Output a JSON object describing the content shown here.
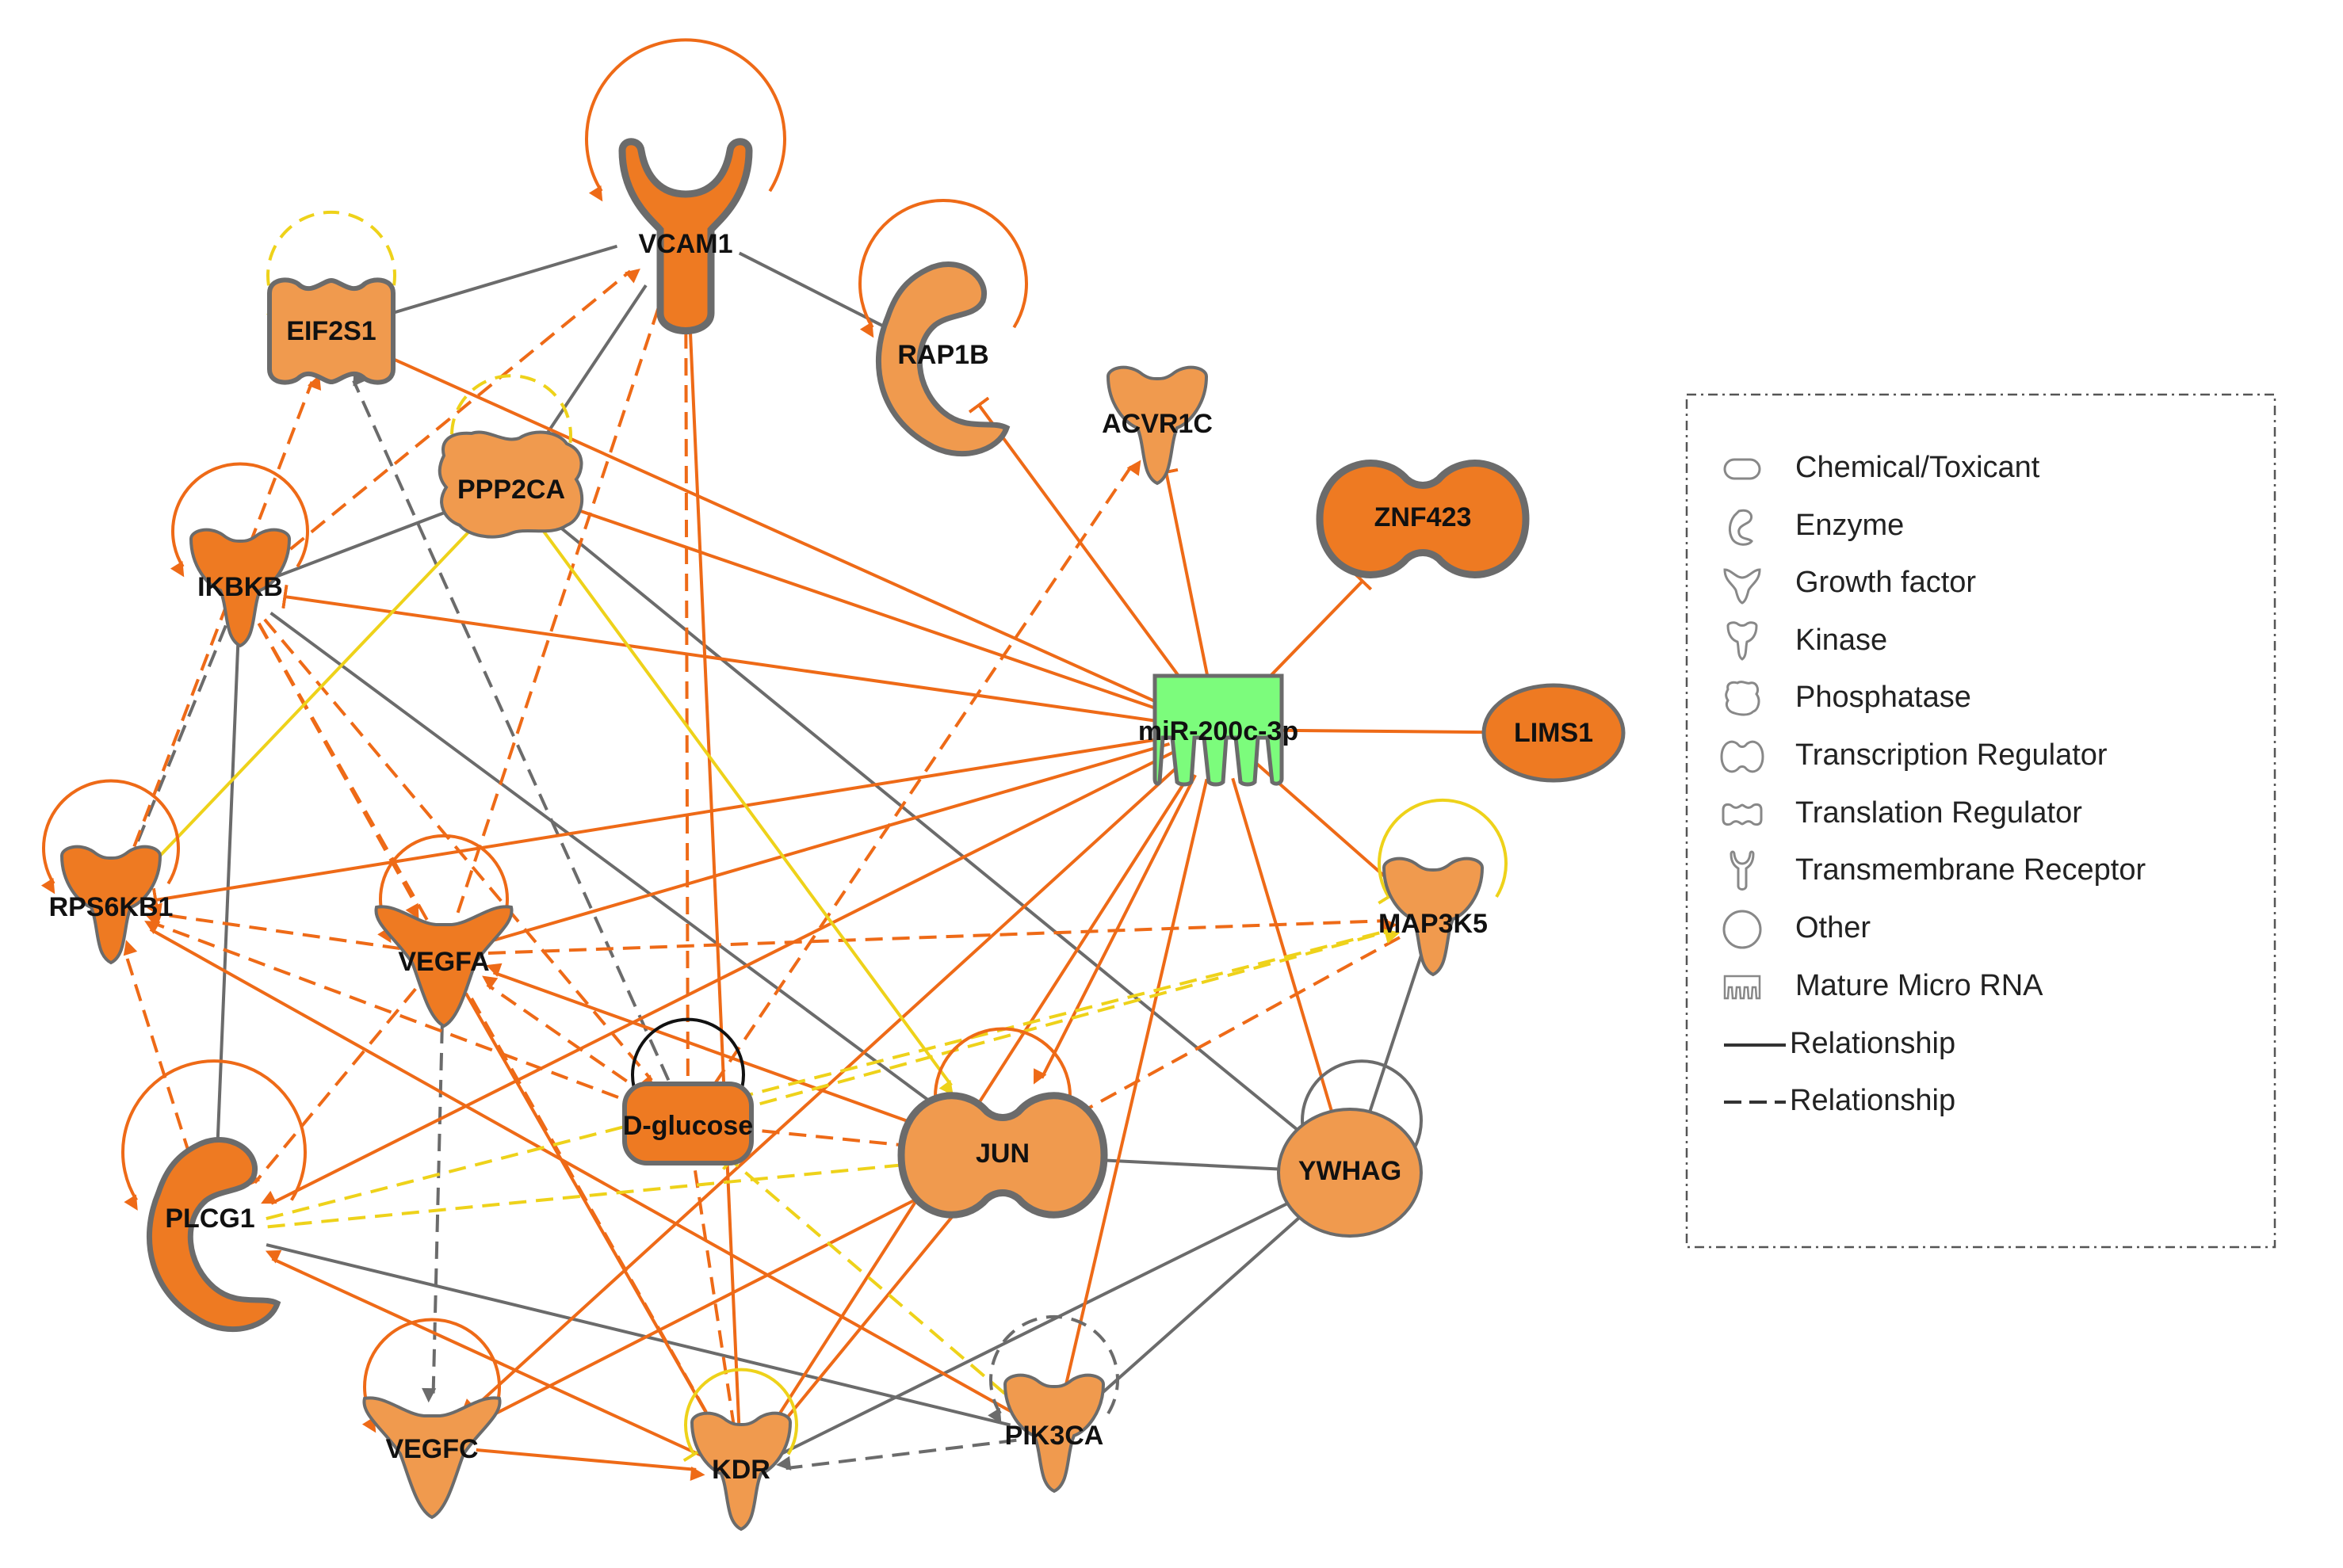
{
  "colors": {
    "up_fill": "#f09a4e",
    "up_fill_dark": "#ee7a22",
    "outline": "#6b6b6b",
    "mirna_fill": "#7cfc7c",
    "edge_orange": "#ee6a17",
    "edge_yellow": "#eed21a",
    "edge_gray": "#6b6b6b",
    "edge_black": "#111111"
  },
  "nodes": {
    "vcam1": {
      "label": "VCAM1",
      "type": "Transmembrane Receptor"
    },
    "eif2s1": {
      "label": "EIF2S1",
      "type": "Translation Regulator"
    },
    "rap1b": {
      "label": "RAP1B",
      "type": "Enzyme"
    },
    "acvr1c": {
      "label": "ACVR1C",
      "type": "Kinase"
    },
    "znf423": {
      "label": "ZNF423",
      "type": "Transcription Regulator"
    },
    "ppp2ca": {
      "label": "PPP2CA",
      "type": "Phosphatase"
    },
    "ikbkb": {
      "label": "IKBKB",
      "type": "Kinase"
    },
    "mir200c": {
      "label": "miR-200c-3p",
      "type": "Mature Micro RNA"
    },
    "lims1": {
      "label": "LIMS1",
      "type": "Other"
    },
    "rps6kb1": {
      "label": "RPS6KB1",
      "type": "Kinase"
    },
    "vegfa": {
      "label": "VEGFA",
      "type": "Growth factor"
    },
    "map3k5": {
      "label": "MAP3K5",
      "type": "Kinase"
    },
    "dglucose": {
      "label": "D-glucose",
      "type": "Chemical/Toxicant"
    },
    "jun": {
      "label": "JUN",
      "type": "Transcription Regulator"
    },
    "ywhag": {
      "label": "YWHAG",
      "type": "Other"
    },
    "plcg1": {
      "label": "PLCG1",
      "type": "Enzyme"
    },
    "vegfc": {
      "label": "VEGFC",
      "type": "Growth factor"
    },
    "kdr": {
      "label": "KDR",
      "type": "Kinase"
    },
    "pik3ca": {
      "label": "PIK3CA",
      "type": "Kinase"
    }
  },
  "legend": {
    "items": [
      {
        "label": "Chemical/Toxicant",
        "icon": "chemical-toxicant-icon"
      },
      {
        "label": "Enzyme",
        "icon": "enzyme-icon"
      },
      {
        "label": "Growth factor",
        "icon": "growth-factor-icon"
      },
      {
        "label": "Kinase",
        "icon": "kinase-icon"
      },
      {
        "label": "Phosphatase",
        "icon": "phosphatase-icon"
      },
      {
        "label": "Transcription Regulator",
        "icon": "transcription-regulator-icon"
      },
      {
        "label": "Translation Regulator",
        "icon": "translation-regulator-icon"
      },
      {
        "label": "Transmembrane Receptor",
        "icon": "transmembrane-receptor-icon"
      },
      {
        "label": "Other",
        "icon": "other-icon"
      },
      {
        "label": "Mature Micro RNA",
        "icon": "mature-micro-rna-icon"
      },
      {
        "label": "Relationship",
        "icon": "solid-line-icon"
      },
      {
        "label": "Relationship",
        "icon": "dashed-line-icon"
      }
    ]
  },
  "edges": [
    {
      "from": "eif2s1",
      "to": "vcam1",
      "color": "gray",
      "style": "solid",
      "head": "none"
    },
    {
      "from": "vcam1",
      "to": "rap1b",
      "color": "gray",
      "style": "solid",
      "head": "arrow"
    },
    {
      "from": "ppp2ca",
      "to": "vcam1",
      "color": "gray",
      "style": "solid",
      "head": "none"
    },
    {
      "from": "ikbkb",
      "to": "ppp2ca",
      "color": "gray",
      "style": "solid",
      "head": "none"
    },
    {
      "from": "ikbkb",
      "to": "rps6kb1",
      "color": "gray",
      "style": "dashed",
      "head": "arrow"
    },
    {
      "from": "ikbkb",
      "to": "plcg1",
      "color": "gray",
      "style": "solid",
      "head": "none"
    },
    {
      "from": "ikbkb",
      "to": "jun",
      "color": "gray",
      "style": "solid",
      "head": "none"
    },
    {
      "from": "ppp2ca",
      "to": "ywhag",
      "color": "gray",
      "style": "solid",
      "head": "none"
    },
    {
      "from": "dglucose",
      "to": "eif2s1",
      "color": "gray",
      "style": "dashed",
      "head": "arrow"
    },
    {
      "from": "vegfa",
      "to": "vegfc",
      "color": "gray",
      "style": "dashed",
      "head": "arrow"
    },
    {
      "from": "plcg1",
      "to": "pik3ca",
      "color": "gray",
      "style": "solid",
      "head": "none"
    },
    {
      "from": "jun",
      "to": "ywhag",
      "color": "gray",
      "style": "solid",
      "head": "arrow"
    },
    {
      "from": "ywhag",
      "to": "pik3ca",
      "color": "gray",
      "style": "solid",
      "head": "arrow"
    },
    {
      "from": "ywhag",
      "to": "kdr",
      "color": "gray",
      "style": "solid",
      "head": "none"
    },
    {
      "from": "pik3ca",
      "to": "kdr",
      "color": "gray",
      "style": "dashed",
      "head": "arrow"
    },
    {
      "from": "map3k5",
      "to": "ywhag",
      "color": "gray",
      "style": "solid",
      "head": "none"
    },
    {
      "from": "mir200c",
      "to": "eif2s1",
      "color": "orange",
      "style": "solid",
      "head": "tbar"
    },
    {
      "from": "mir200c",
      "to": "ppp2ca",
      "color": "orange",
      "style": "solid",
      "head": "tbar"
    },
    {
      "from": "mir200c",
      "to": "ikbkb",
      "color": "orange",
      "style": "solid",
      "head": "tbar"
    },
    {
      "from": "mir200c",
      "to": "rps6kb1",
      "color": "orange",
      "style": "solid",
      "head": "tbar"
    },
    {
      "from": "mir200c",
      "to": "rap1b",
      "color": "orange",
      "style": "solid",
      "head": "tbar"
    },
    {
      "from": "mir200c",
      "to": "acvr1c",
      "color": "orange",
      "style": "solid",
      "head": "tbar"
    },
    {
      "from": "mir200c",
      "to": "znf423",
      "color": "orange",
      "style": "solid",
      "head": "tbar"
    },
    {
      "from": "mir200c",
      "to": "lims1",
      "color": "orange",
      "style": "solid",
      "head": "tbar"
    },
    {
      "from": "mir200c",
      "to": "map3k5",
      "color": "orange",
      "style": "solid",
      "head": "tbar"
    },
    {
      "from": "mir200c",
      "to": "ywhag",
      "color": "orange",
      "style": "solid",
      "head": "tbar"
    },
    {
      "from": "mir200c",
      "to": "pik3ca",
      "color": "orange",
      "style": "solid",
      "head": "tbar"
    },
    {
      "from": "mir200c",
      "to": "vegfa",
      "color": "orange",
      "style": "solid",
      "head": "none"
    },
    {
      "from": "mir200c",
      "to": "plcg1",
      "color": "orange",
      "style": "solid",
      "head": "arrow"
    },
    {
      "from": "mir200c",
      "to": "jun",
      "color": "orange",
      "style": "solid",
      "head": "arrow"
    },
    {
      "from": "mir200c",
      "to": "kdr",
      "color": "orange",
      "style": "solid",
      "head": "arrow"
    },
    {
      "from": "mir200c",
      "to": "vegfc",
      "color": "orange",
      "style": "solid",
      "head": "arrow"
    },
    {
      "from": "kdr",
      "to": "vcam1",
      "color": "orange",
      "style": "solid",
      "head": "arrow"
    },
    {
      "from": "dglucose",
      "to": "vcam1",
      "color": "orange",
      "style": "dashed",
      "head": "arrow"
    },
    {
      "from": "vegfa",
      "to": "vcam1",
      "color": "orange",
      "style": "dashed",
      "head": "arrow"
    },
    {
      "from": "ikbkb",
      "to": "vcam1",
      "color": "orange",
      "style": "dashed",
      "head": "arrow"
    },
    {
      "from": "rps6kb1",
      "to": "eif2s1",
      "color": "orange",
      "style": "dashed",
      "head": "arrow"
    },
    {
      "from": "dglucose",
      "to": "acvr1c",
      "color": "orange",
      "style": "dashed",
      "head": "arrow"
    },
    {
      "from": "ikbkb",
      "to": "vegfa",
      "color": "orange",
      "style": "dashed",
      "head": "arrow"
    },
    {
      "from": "ikbkb",
      "to": "dglucose",
      "color": "orange",
      "style": "dashed",
      "head": "arrow"
    },
    {
      "from": "ikbkb",
      "to": "kdr",
      "color": "orange",
      "style": "dashed",
      "head": "arrow"
    },
    {
      "from": "vegfa",
      "to": "rps6kb1",
      "color": "orange",
      "style": "dashed",
      "head": "arrow"
    },
    {
      "from": "vegfa",
      "to": "map3k5",
      "color": "orange",
      "style": "dashed",
      "head": "arrow"
    },
    {
      "from": "dglucose",
      "to": "rps6kb1",
      "color": "orange",
      "style": "dashed",
      "head": "arrow"
    },
    {
      "from": "dglucose",
      "to": "vegfa",
      "color": "orange",
      "style": "dashed",
      "head": "arrow"
    },
    {
      "from": "dglucose",
      "to": "jun",
      "color": "orange",
      "style": "dashed",
      "head": "arrow"
    },
    {
      "from": "dglucose",
      "to": "kdr",
      "color": "orange",
      "style": "dashed",
      "head": "arrow"
    },
    {
      "from": "vegfa",
      "to": "plcg1",
      "color": "orange",
      "style": "dashed",
      "head": "arrow"
    },
    {
      "from": "plcg1",
      "to": "rps6kb1",
      "color": "orange",
      "style": "dashed",
      "head": "arrow"
    },
    {
      "from": "map3k5",
      "to": "jun",
      "color": "orange",
      "style": "dashed",
      "head": "arrow"
    },
    {
      "from": "jun",
      "to": "vegfa",
      "color": "orange",
      "style": "solid",
      "head": "arrow"
    },
    {
      "from": "jun",
      "to": "kdr",
      "color": "orange",
      "style": "solid",
      "head": "arrow"
    },
    {
      "from": "jun",
      "to": "vegfc",
      "color": "orange",
      "style": "solid",
      "head": "arrow"
    },
    {
      "from": "vegfa",
      "to": "kdr",
      "color": "orange",
      "style": "solid",
      "head": "arrow"
    },
    {
      "from": "vegfc",
      "to": "kdr",
      "color": "orange",
      "style": "solid",
      "head": "arrow"
    },
    {
      "from": "kdr",
      "to": "plcg1",
      "color": "orange",
      "style": "solid",
      "head": "arrow"
    },
    {
      "from": "pik3ca",
      "to": "rps6kb1",
      "color": "orange",
      "style": "solid",
      "head": "arrow"
    },
    {
      "from": "ppp2ca",
      "to": "rps6kb1",
      "color": "yellow",
      "style": "solid",
      "head": "tbar"
    },
    {
      "from": "ppp2ca",
      "to": "jun",
      "color": "yellow",
      "style": "solid",
      "head": "arrow"
    },
    {
      "from": "dglucose",
      "to": "map3k5",
      "color": "yellow",
      "style": "dashed",
      "head": "arrow"
    },
    {
      "from": "plcg1",
      "to": "jun",
      "color": "yellow",
      "style": "dashed",
      "head": "arrow"
    },
    {
      "from": "plcg1",
      "to": "map3k5",
      "color": "yellow",
      "style": "dashed",
      "head": "arrow"
    },
    {
      "from": "pik3ca",
      "to": "dglucose",
      "color": "yellow",
      "style": "dashed",
      "head": "tbar"
    }
  ],
  "self_loops": [
    {
      "node": "vcam1",
      "color": "orange",
      "style": "solid",
      "head": "arrow"
    },
    {
      "node": "rap1b",
      "color": "orange",
      "style": "solid",
      "head": "arrow"
    },
    {
      "node": "eif2s1",
      "color": "yellow",
      "style": "dashed",
      "head": "tbar"
    },
    {
      "node": "ppp2ca",
      "color": "yellow",
      "style": "dashed",
      "head": "tbar"
    },
    {
      "node": "ikbkb",
      "color": "orange",
      "style": "solid",
      "head": "arrow"
    },
    {
      "node": "rps6kb1",
      "color": "orange",
      "style": "solid",
      "head": "arrow"
    },
    {
      "node": "vegfa",
      "color": "orange",
      "style": "solid",
      "head": "arrow"
    },
    {
      "node": "map3k5",
      "color": "yellow",
      "style": "solid",
      "head": "tbar"
    },
    {
      "node": "dglucose",
      "color": "black",
      "style": "solid",
      "head": "arrow"
    },
    {
      "node": "jun",
      "color": "orange",
      "style": "solid",
      "head": "arrow"
    },
    {
      "node": "ywhag",
      "color": "gray",
      "style": "solid",
      "head": "tbar"
    },
    {
      "node": "plcg1",
      "color": "orange",
      "style": "solid",
      "head": "arrow"
    },
    {
      "node": "vegfc",
      "color": "orange",
      "style": "solid",
      "head": "arrow"
    },
    {
      "node": "kdr",
      "color": "yellow",
      "style": "solid",
      "head": "tbar"
    },
    {
      "node": "pik3ca",
      "color": "gray",
      "style": "dashed",
      "head": "arrow"
    }
  ]
}
